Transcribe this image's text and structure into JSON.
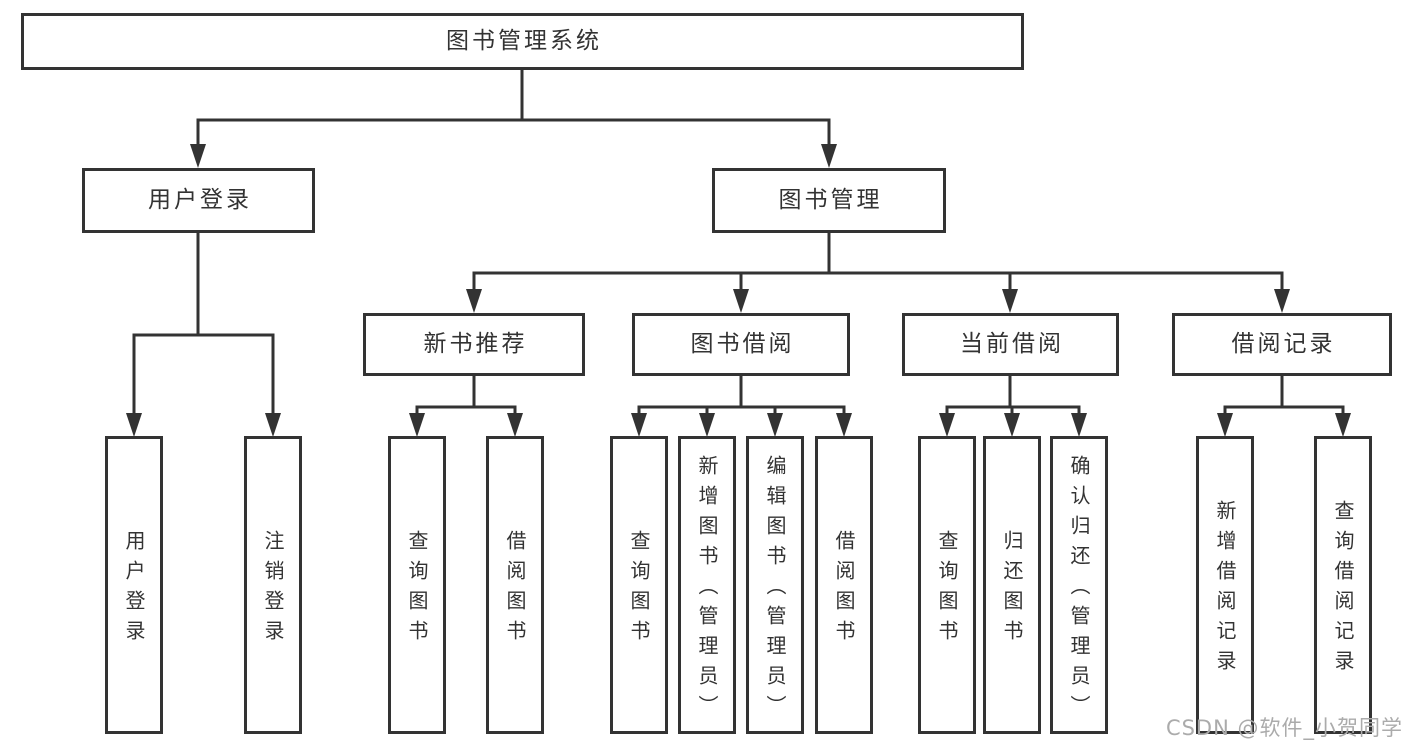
{
  "diagram": {
    "root": {
      "label": "图书管理系统",
      "children": [
        {
          "label": "用户登录",
          "children": [
            {
              "label": "用户登录"
            },
            {
              "label": "注销登录"
            }
          ]
        },
        {
          "label": "图书管理",
          "children": [
            {
              "label": "新书推荐",
              "children": [
                {
                  "label": "查询图书"
                },
                {
                  "label": "借阅图书"
                }
              ]
            },
            {
              "label": "图书借阅",
              "children": [
                {
                  "label": "查询图书"
                },
                {
                  "label": "新增图书（管理员）"
                },
                {
                  "label": "编辑图书（管理员）"
                },
                {
                  "label": "借阅图书"
                }
              ]
            },
            {
              "label": "当前借阅",
              "children": [
                {
                  "label": "查询图书"
                },
                {
                  "label": "归还图书"
                },
                {
                  "label": "确认归还（管理员）"
                }
              ]
            },
            {
              "label": "借阅记录",
              "children": [
                {
                  "label": "新增借阅记录"
                },
                {
                  "label": "查询借阅记录"
                }
              ]
            }
          ]
        }
      ]
    }
  },
  "watermark": {
    "text": "CSDN @软件_小贺同学"
  },
  "colors": {
    "line": "#333333",
    "box_border": "#333333",
    "text": "#333333",
    "background": "#ffffff",
    "watermark": "#ababab"
  }
}
